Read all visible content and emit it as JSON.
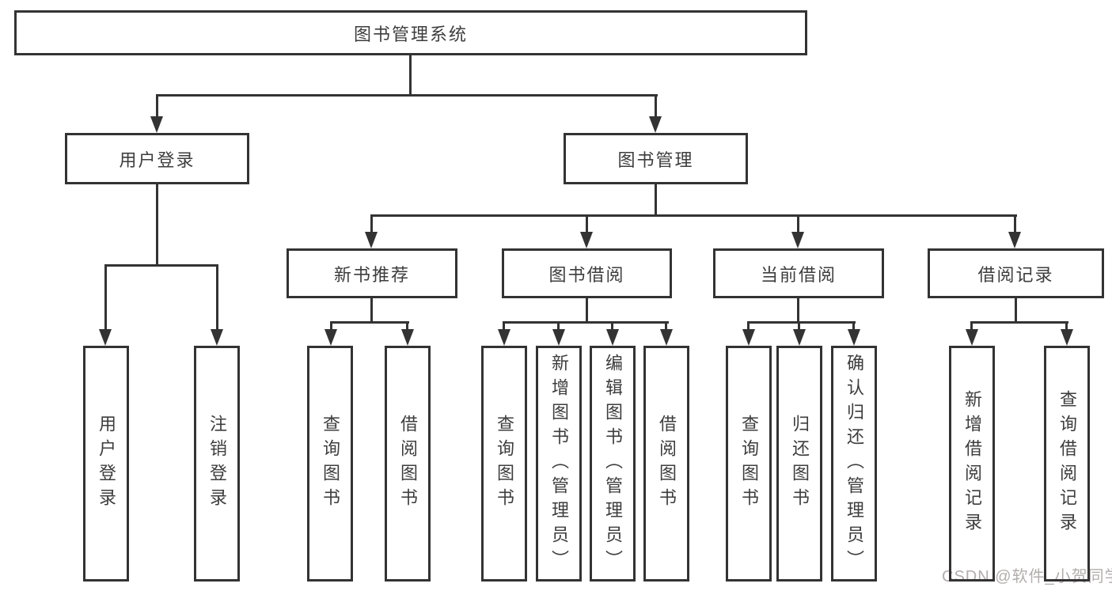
{
  "diagram": {
    "root": {
      "label": "图书管理系统"
    },
    "level2": [
      {
        "label": "用户登录"
      },
      {
        "label": "图书管理"
      }
    ],
    "level3": [
      {
        "label": "新书推荐"
      },
      {
        "label": "图书借阅"
      },
      {
        "label": "当前借阅"
      },
      {
        "label": "借阅记录"
      }
    ],
    "leaves": {
      "user_login": [
        {
          "label": "用户登录"
        },
        {
          "label": "注销登录"
        }
      ],
      "new_book": [
        {
          "label": "查询图书"
        },
        {
          "label": "借阅图书"
        }
      ],
      "book_borrow": [
        {
          "label": "查询图书"
        },
        {
          "label": "新增图书（管理员）"
        },
        {
          "label": "编辑图书（管理员）"
        },
        {
          "label": "借阅图书"
        }
      ],
      "current_borrow": [
        {
          "label": "查询图书"
        },
        {
          "label": "归还图书"
        },
        {
          "label": "确认归还（管理员）"
        }
      ],
      "borrow_records": [
        {
          "label": "新增借阅记录"
        },
        {
          "label": "查询借阅记录"
        }
      ]
    },
    "watermark": {
      "text": "CSDN @软件_小贺同学"
    },
    "colors": {
      "line": "#333333",
      "text": "#3d3d3d",
      "watermark": "#b3adad",
      "background": "#ffffff"
    }
  }
}
